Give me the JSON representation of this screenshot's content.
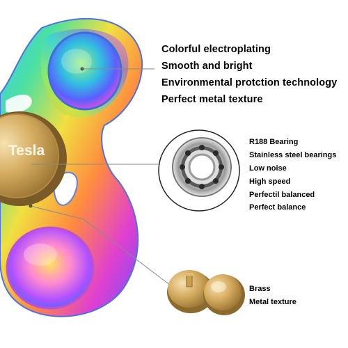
{
  "brand_text": "Tesla",
  "features": {
    "surface": [
      "Colorful electroplating",
      "Smooth and bright",
      "Environmental protction technology",
      "Perfect metal texture"
    ],
    "bearing": [
      "R188 Bearing",
      "Stainless steel bearings",
      "Low noise",
      "High speed",
      "Perfectil balanced",
      "Perfect balance"
    ],
    "cap": [
      "Brass",
      "Metal texture"
    ]
  },
  "colors": {
    "background": "#ffffff",
    "text": "#000000",
    "callout_line": "#8a8a8a",
    "brass": "#c8a050"
  },
  "icons": {
    "spinner": "rainbow-fidget-spinner-photo",
    "bearing": "steel-bearing-closeup-photo",
    "caps": "brass-caps-closeup-photo"
  }
}
